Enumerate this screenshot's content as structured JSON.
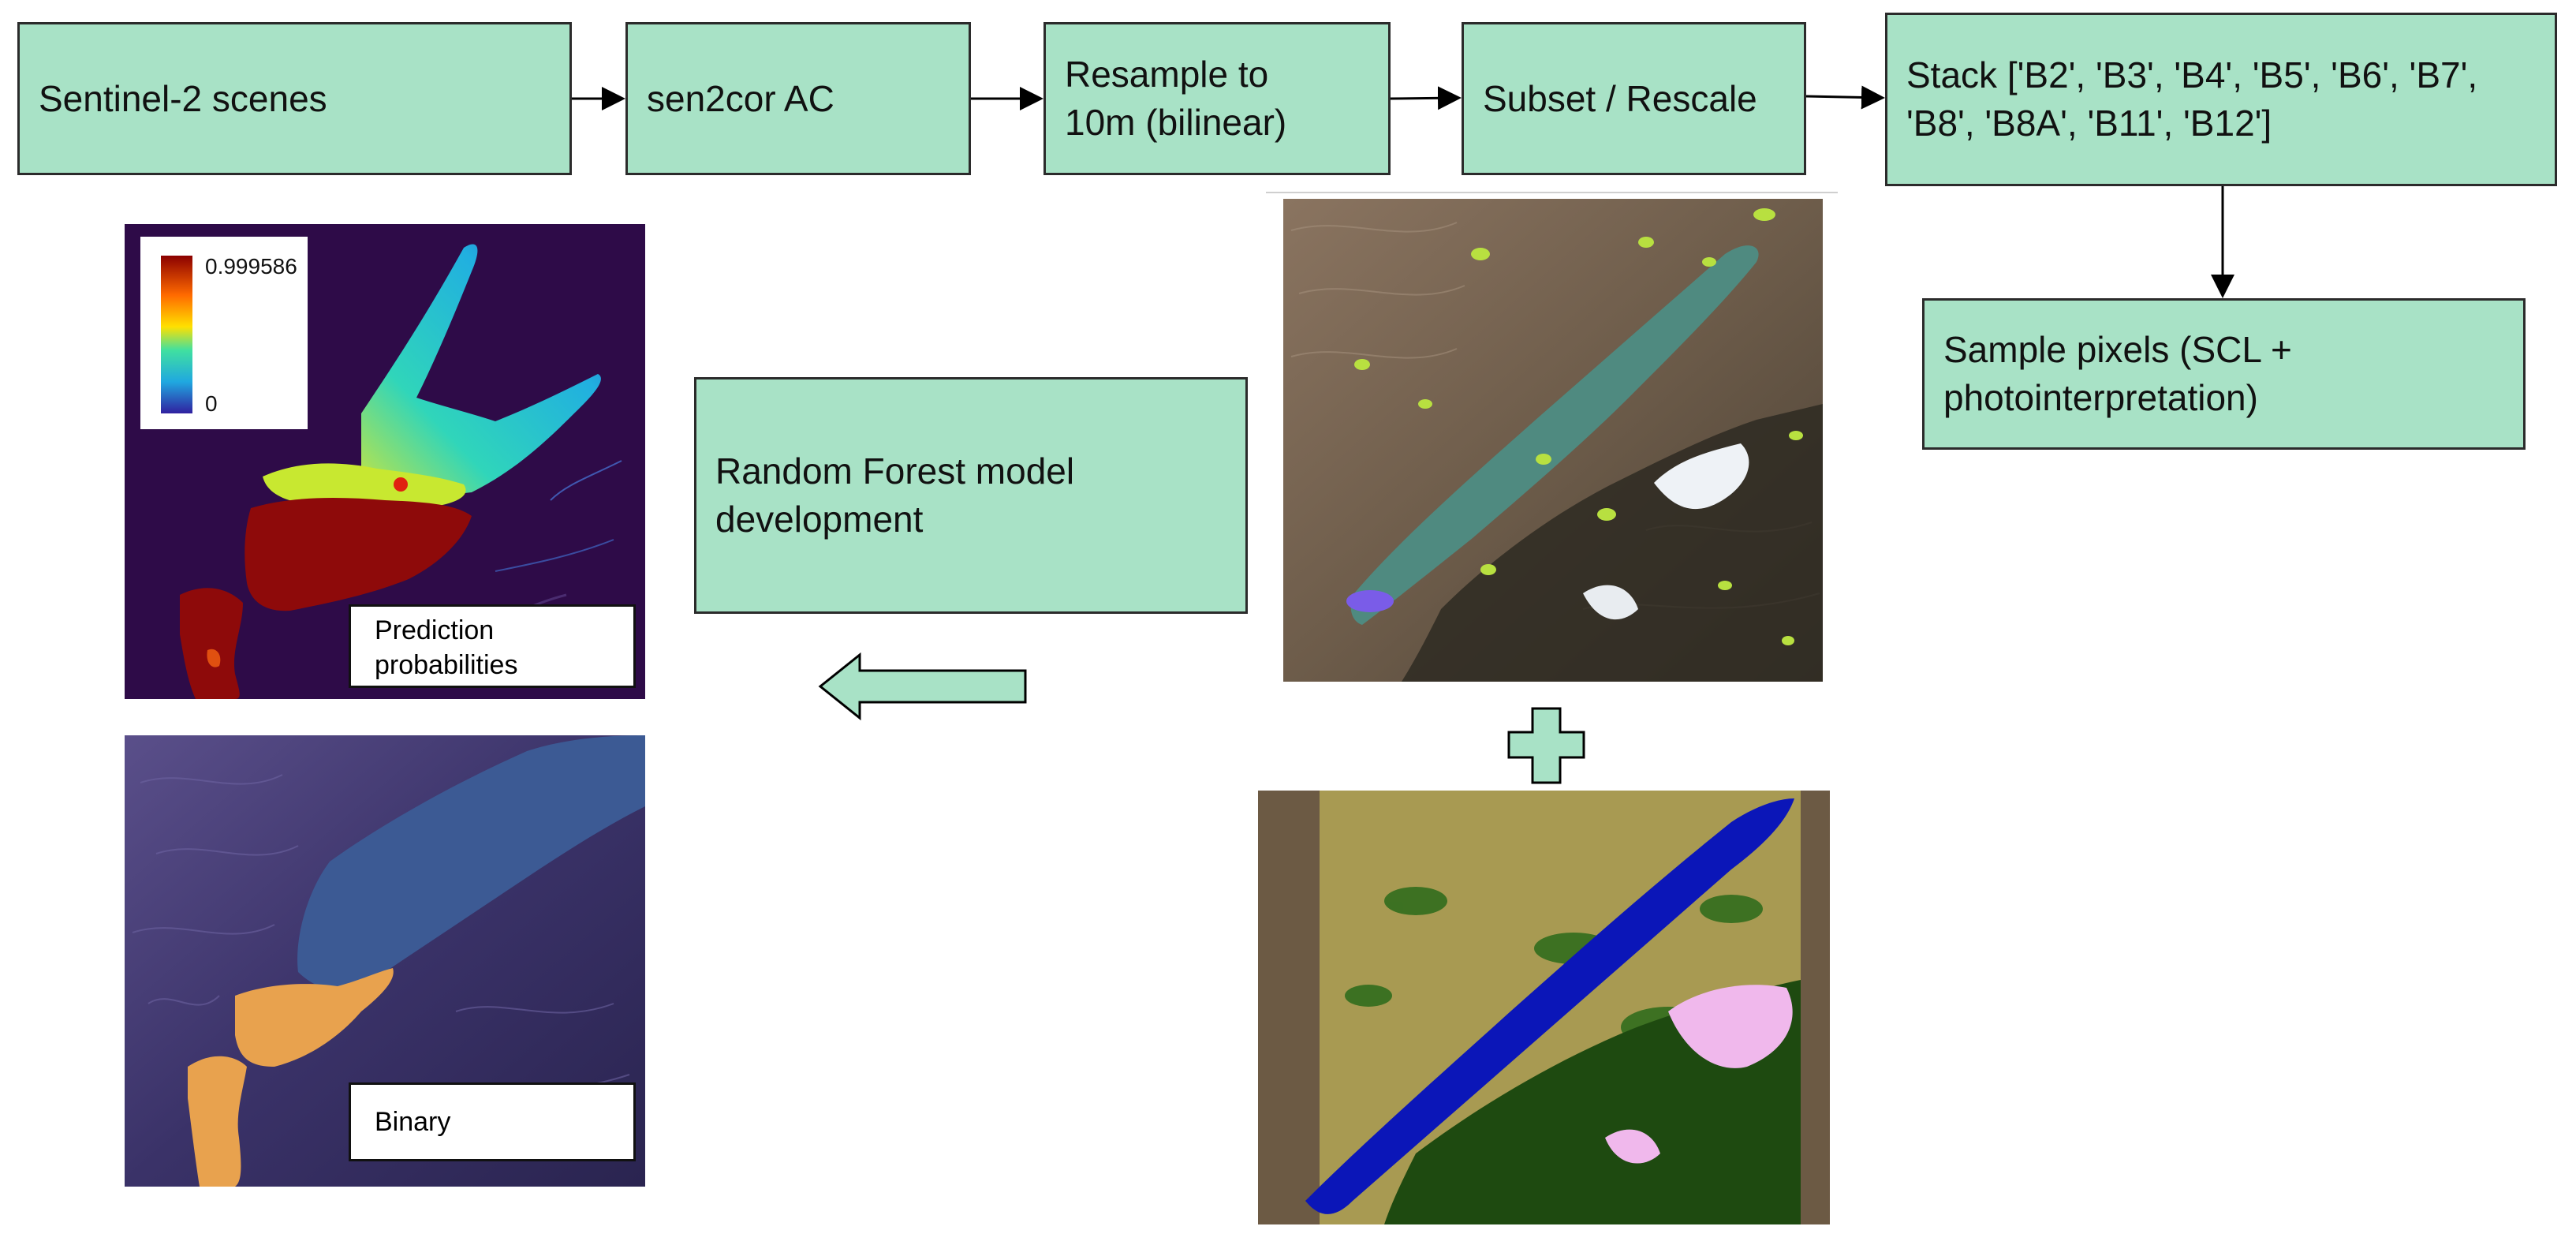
{
  "flow": {
    "sentinel": "Sentinel-2 scenes",
    "sen2cor": "sen2cor AC",
    "resample": "Resample to 10m (bilinear)",
    "subset": "Subset / Rescale",
    "stack": "Stack ['B2', 'B3', 'B4', 'B5', 'B6', 'B7', 'B8', 'B8A', 'B11', 'B12']",
    "sample": "Sample pixels (SCL + photointerpretation)",
    "model": "Random Forest model development"
  },
  "panels": {
    "probability_label": "Prediction probabilities",
    "binary_label": "Binary",
    "legend_max": "0.999586",
    "legend_min": "0"
  },
  "colors": {
    "box_fill": "#a8e2c6",
    "probability_background": "#2e0b48",
    "water_blue": "#0b16b8",
    "binary_orange": "#e8a24e"
  },
  "icons": {
    "plus": "plus-icon",
    "arrow": "left-arrow-icon"
  }
}
